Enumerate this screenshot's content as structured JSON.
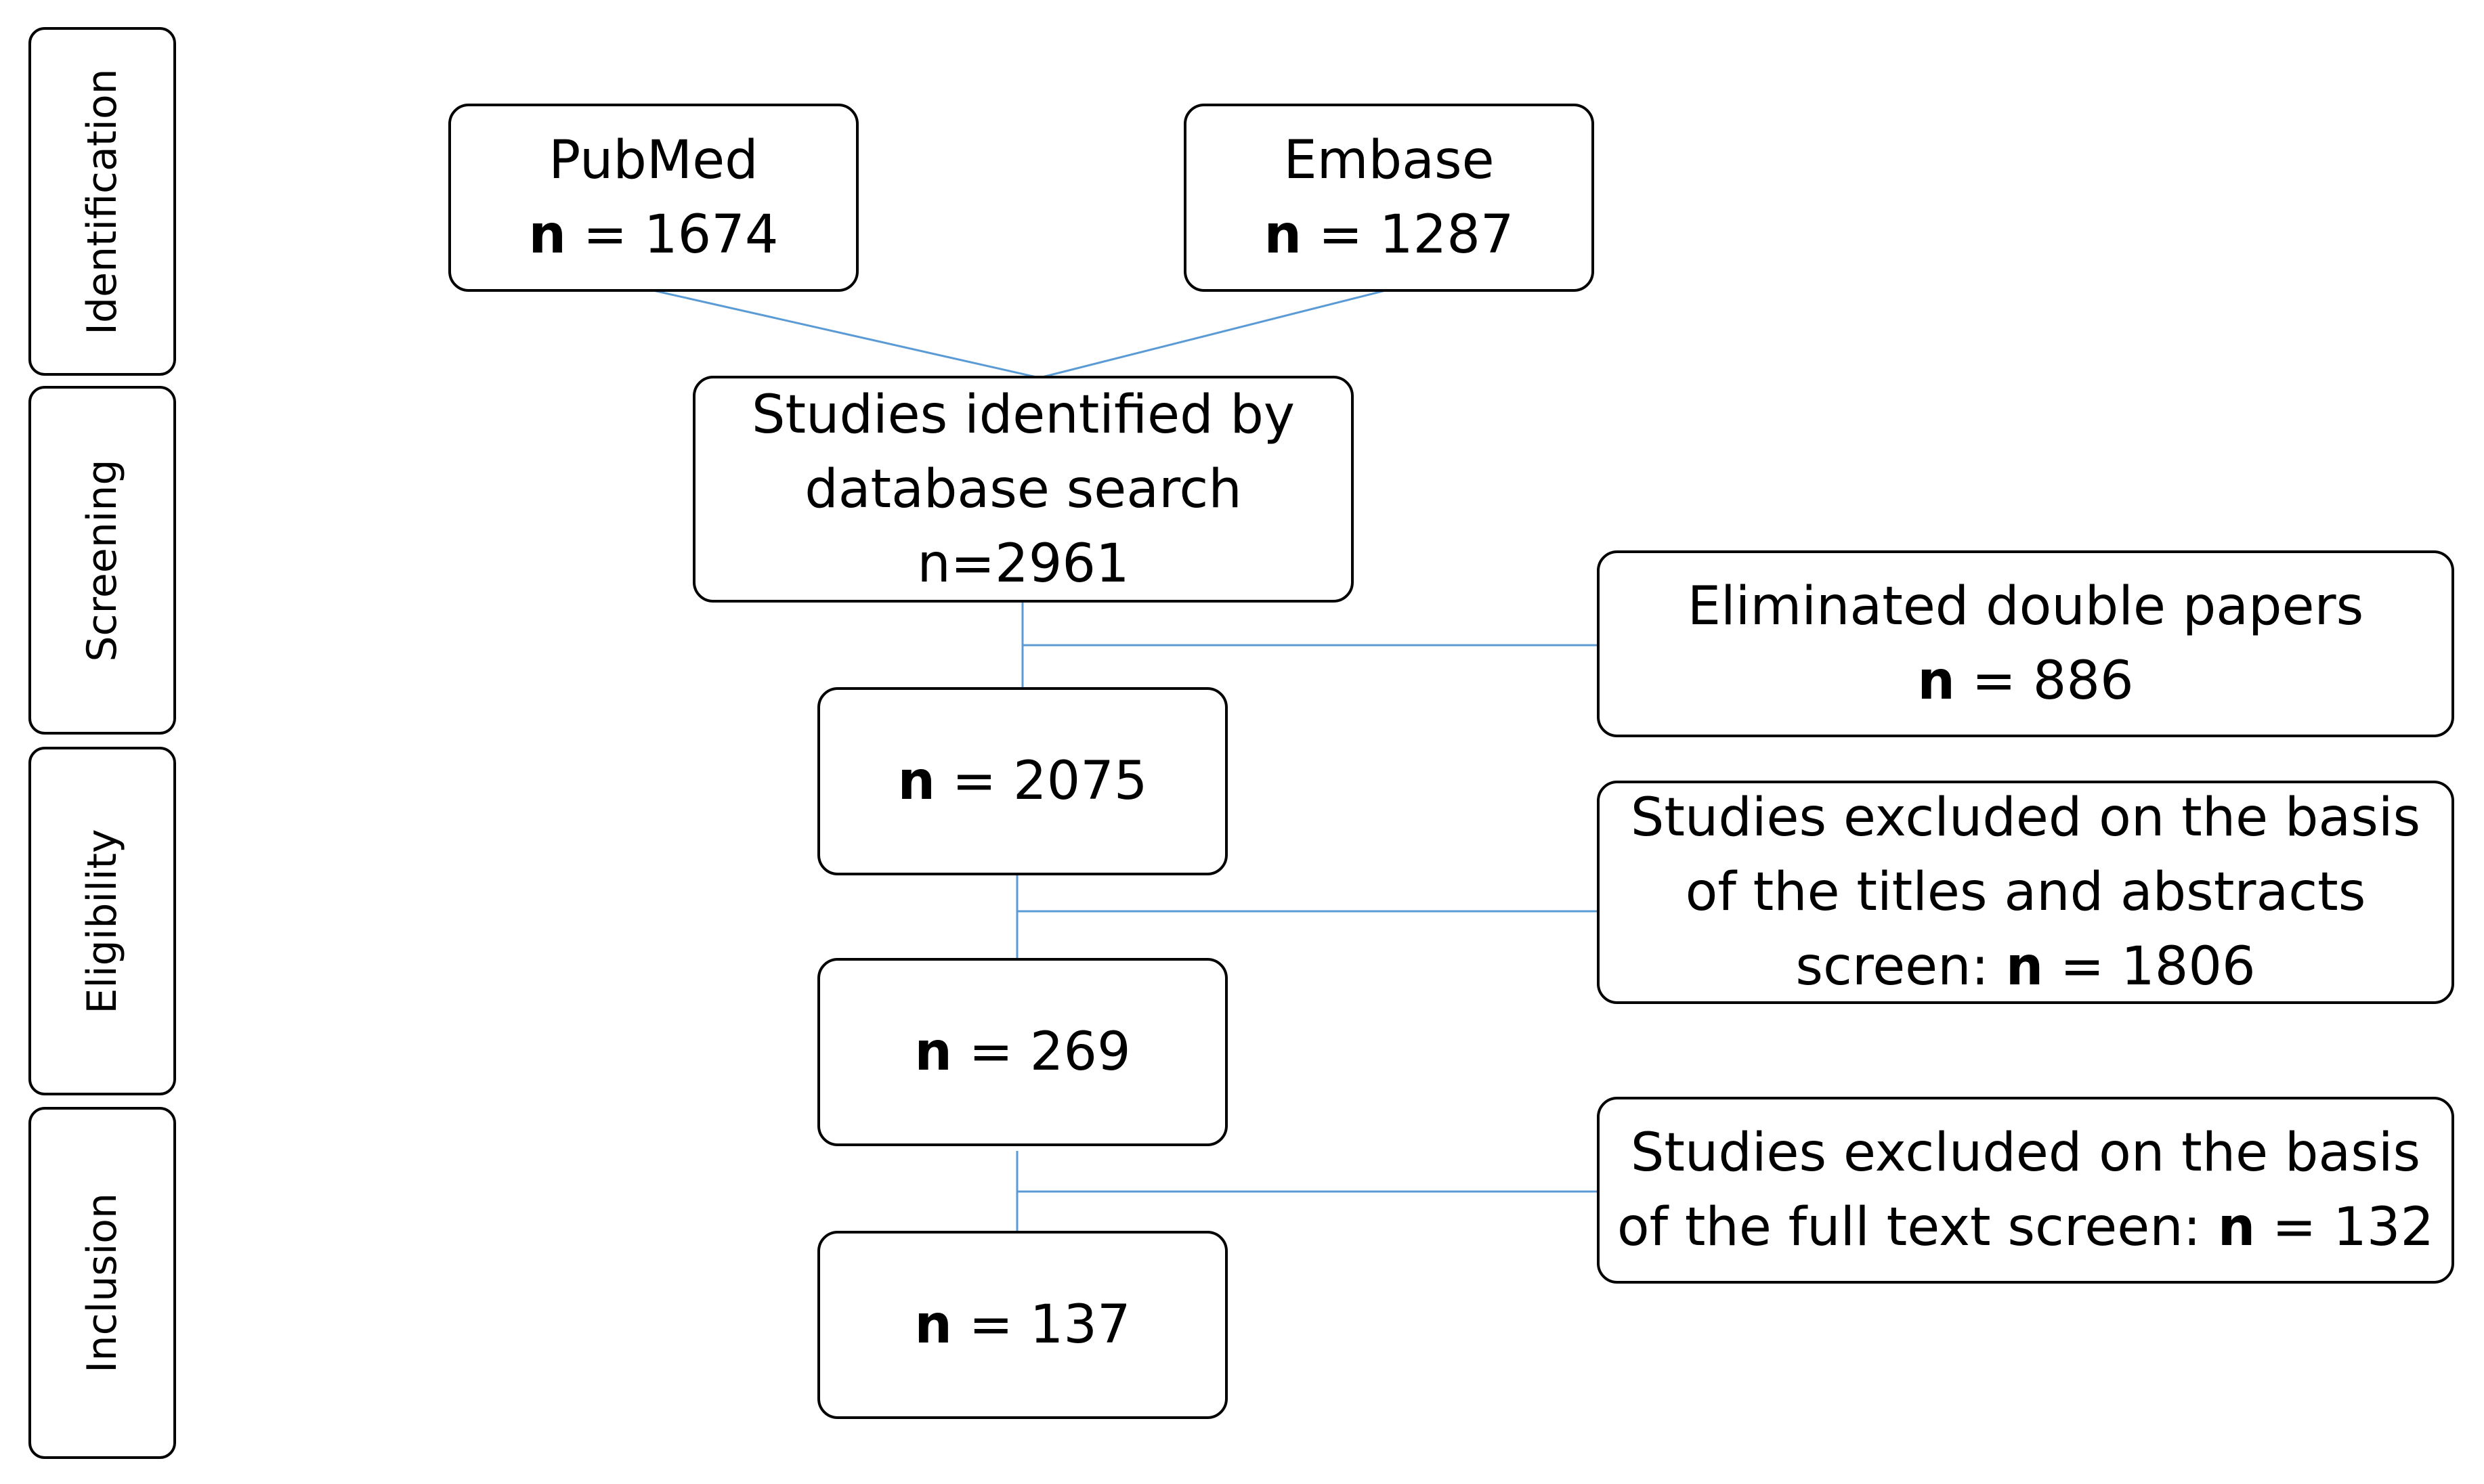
{
  "stages": [
    "Identification",
    "Screening",
    "Eligibility",
    "Inclusion"
  ],
  "sources": {
    "pubmed": {
      "label": "PubMed",
      "n_label": "n",
      "equals": " = ",
      "value": "1674"
    },
    "embase": {
      "label": "Embase",
      "n_label": "n",
      "equals": " = ",
      "value": "1287"
    }
  },
  "identified": {
    "line1": "Studies identified by",
    "line2": "database search",
    "line3": "n=2961"
  },
  "after_duplicates": {
    "n_label": "n",
    "equals": " = ",
    "value": "2075"
  },
  "after_title_abstract": {
    "n_label": "n",
    "equals": " = ",
    "value": "269"
  },
  "included": {
    "n_label": "n",
    "equals": " = ",
    "value": "137"
  },
  "exclusions": {
    "duplicates": {
      "line1": "Eliminated double papers",
      "n_label": "n",
      "equals": " = ",
      "value": "886"
    },
    "title_abstract": {
      "line1": "Studies excluded on the basis",
      "line2": "of the titles and abstracts",
      "line3_prefix": "screen: ",
      "n_label": "n",
      "equals": " = ",
      "value": "1806"
    },
    "full_text": {
      "line1": "Studies excluded on the basis",
      "line2_prefix": "of the full text screen: ",
      "n_label": "n",
      "equals": " = ",
      "value": "132"
    }
  },
  "colors": {
    "connector": "#5b9bd5",
    "border": "#000000"
  }
}
